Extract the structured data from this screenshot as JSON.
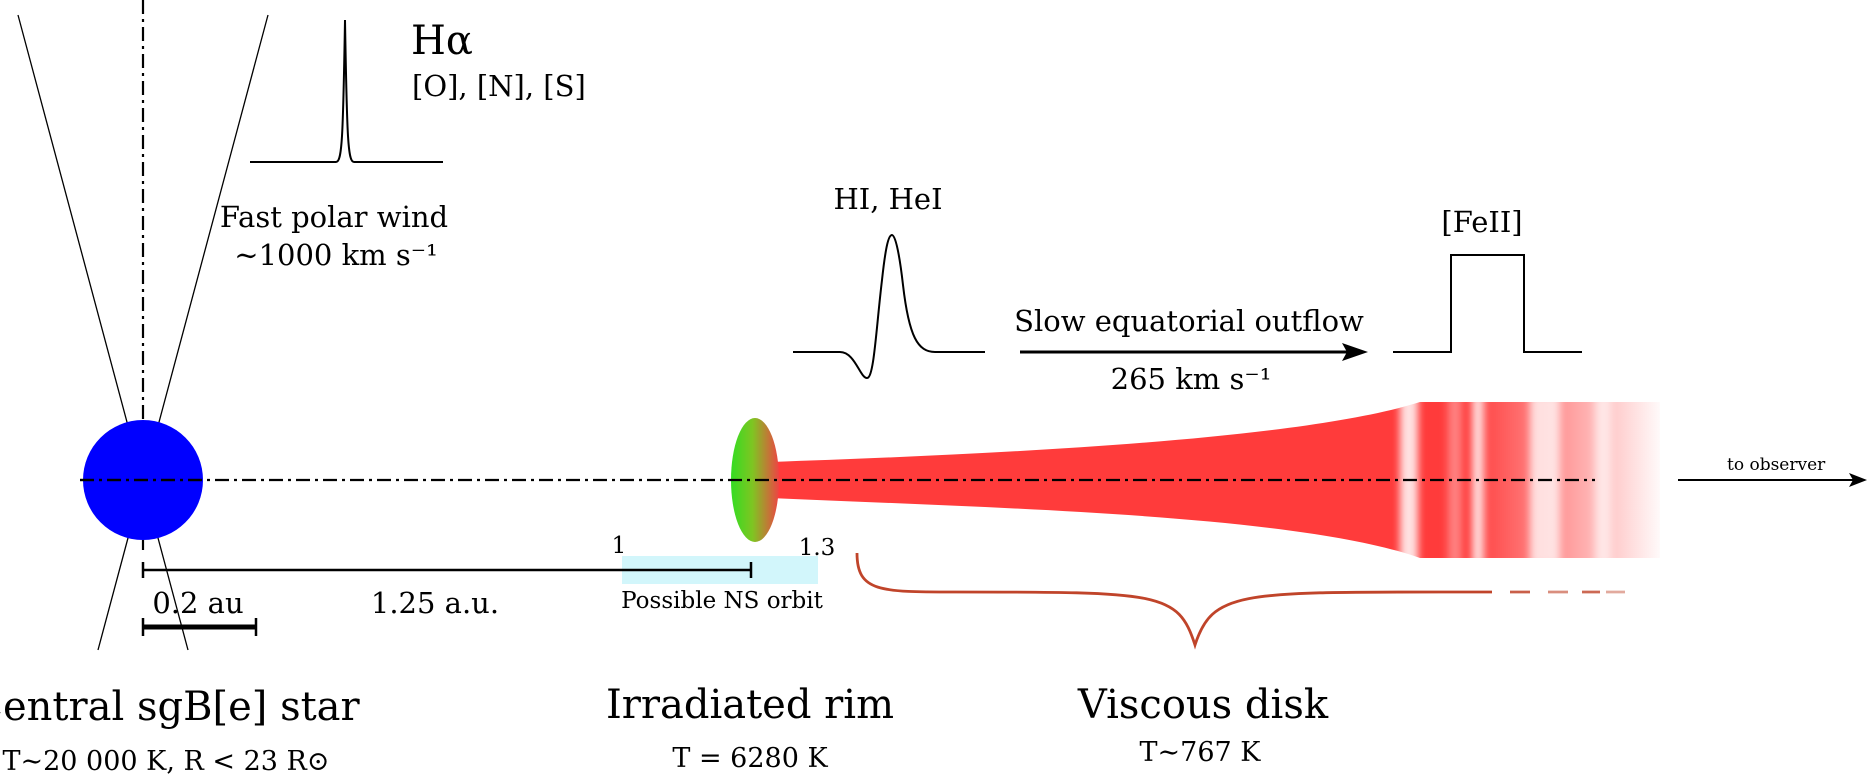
{
  "colors": {
    "star": "#0000ff",
    "disk": "#ff3b3b",
    "rim_inner": "#33dd22",
    "rim_outer": "#ee4444",
    "ns_orbit": "#d2f6fb",
    "brace": "#c0442a"
  },
  "polar_wind": {
    "line_name": "Hα",
    "forbidden_lines": "[O], [N], [S]",
    "title": "Fast polar wind",
    "speed": "∼1000 km s⁻¹"
  },
  "hi_hei": {
    "label": "HI, HeI"
  },
  "equatorial": {
    "title": "Slow equatorial outflow",
    "speed": "265 km s⁻¹"
  },
  "feii": {
    "label": "[FeII]"
  },
  "observer": {
    "label": "to observer"
  },
  "scale": {
    "tick_1": "1",
    "tick_13": "1.3",
    "distance_label": "1.25 a.u.",
    "scalebar_label": "0.2 au",
    "ns_orbit_label": "Possible NS orbit"
  },
  "components": {
    "star": {
      "title": "Central sgB[e] star",
      "params": "T∼20 000 K, R < 23 R⊙"
    },
    "rim": {
      "title": "Irradiated rim",
      "params": "T = 6280 K"
    },
    "disk": {
      "title": "Viscous disk",
      "params": "T∼767 K"
    }
  },
  "icons": {
    "star": "filled-circle",
    "rim": "gradient-ellipse",
    "arrow": "right-arrow"
  }
}
